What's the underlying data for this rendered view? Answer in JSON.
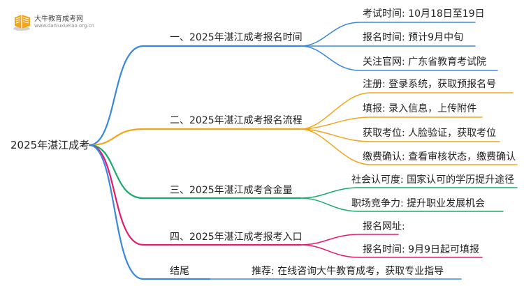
{
  "logo": {
    "title": "大牛教育成考网",
    "url": "www.daniuxueiao.org.cn",
    "icon": "book-icon",
    "colors": {
      "book": "#f2a51a",
      "shadow": "#c0c0c0"
    }
  },
  "root": {
    "label": "2025年湛江成考"
  },
  "branches": [
    {
      "label": "一、2025年湛江成考报名时间",
      "color": "#3b87e0",
      "children": [
        "考试时间: 10月18日至19日",
        "报名时间: 预计9月中旬",
        "关注官网: 广东省教育考试院"
      ]
    },
    {
      "label": "二、2025年湛江成考报名流程",
      "color": "#f2a51a",
      "children": [
        "注册: 登录系统，获取预报名号",
        "填报: 录入信息，上传附件",
        "获取考位: 人脸验证，获取考位",
        "缴费确认: 查看审核状态，缴费确认"
      ]
    },
    {
      "label": "三、2025年湛江成考含金量",
      "color": "#1aab6a",
      "children": [
        "社会认可度: 国家认可的学历提升途径",
        "职场竞争力: 提升职业发展机会"
      ]
    },
    {
      "label": "四、2025年湛江成考报考入口",
      "color": "#e8186f",
      "children": [
        "报名网址:",
        "报名时间: 9月9日起可填报"
      ]
    },
    {
      "label": "结尾",
      "color": "#3b87e0",
      "children": [
        "推荐: 在线咨询大牛教育成考，获取专业指导"
      ]
    }
  ]
}
